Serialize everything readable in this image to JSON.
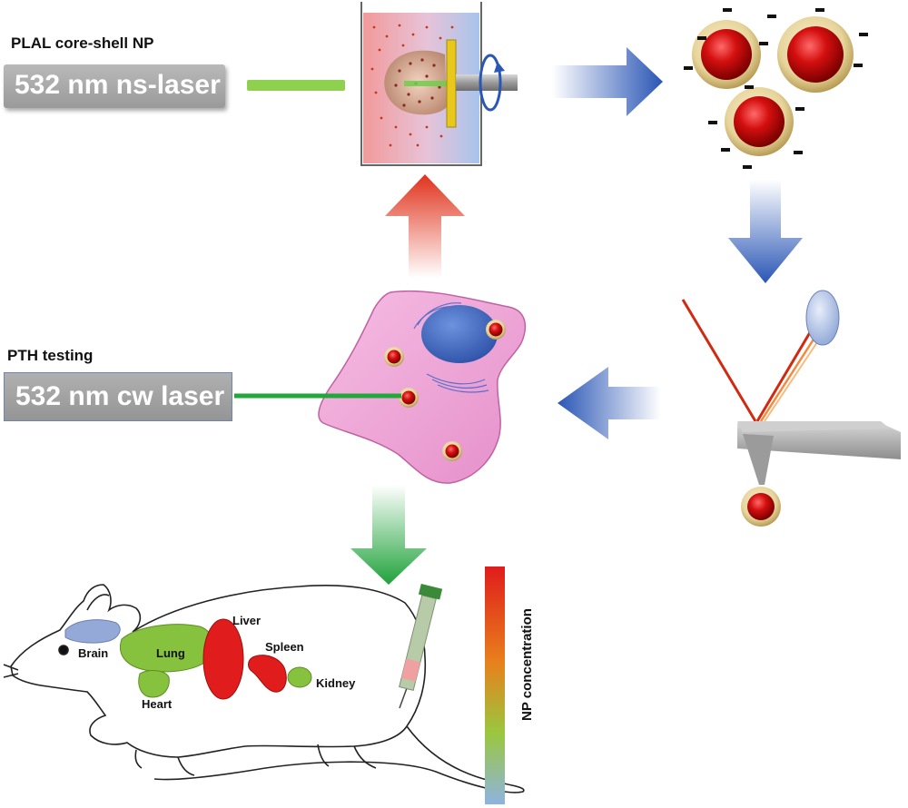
{
  "labels": {
    "plal_title": "PLAL core-shell NP",
    "ns_laser": "532 nm ns-laser",
    "pth_title": "PTH testing",
    "cw_laser": "532 nm cw laser",
    "np_concentration": "NP concentration"
  },
  "organs": {
    "brain": "Brain",
    "lung": "Lung",
    "liver": "Liver",
    "spleen": "Spleen",
    "heart": "Heart",
    "kidney": "Kidney"
  },
  "colors": {
    "laser_green": "#8fd14f",
    "cw_beam_green": "#22a83a",
    "arrow_blue": "#2a56b5",
    "arrow_red": "#e0321b",
    "arrow_green": "#1fa23a",
    "np_core_red": "#cc0a0a",
    "np_shell_gold": "#e8d69a",
    "cell_pink": "#f0a8d8",
    "nucleus_blue": "#4a72c8",
    "brain_blue": "#94a9d8",
    "organ_green": "#86c23e",
    "organ_red": "#e01c1c"
  },
  "gradient_scale": [
    "#e01c1c",
    "#e8801c",
    "#9ac73e",
    "#8fb3e0"
  ]
}
